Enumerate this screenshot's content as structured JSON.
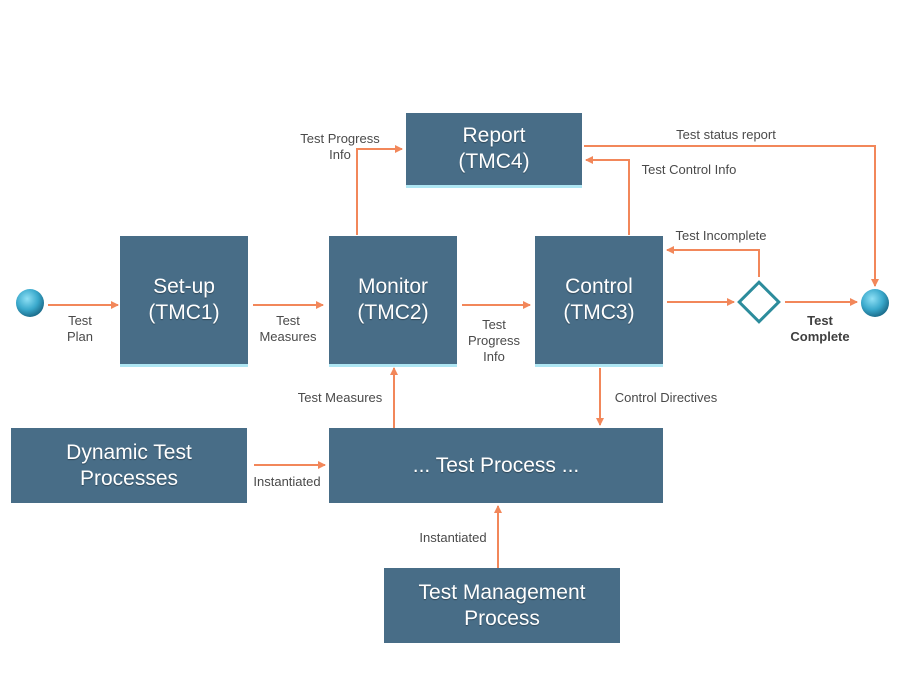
{
  "colors": {
    "box": "#486d87",
    "box_accent": "#aee6f3",
    "arrow": "#f2875a",
    "decision": "#2c8c9c",
    "node": "#3aa9cc",
    "label": "#4a4a4a"
  },
  "boxes": {
    "setup": "Set-up\n(TMC1)",
    "monitor": "Monitor\n(TMC2)",
    "control": "Control\n(TMC3)",
    "report": "Report\n(TMC4)",
    "test_process": "... Test Process ...",
    "dynamic": "Dynamic Test\nProcesses",
    "management": "Test Management\nProcess"
  },
  "labels": {
    "test_plan": "Test\nPlan",
    "test_measures_1": "Test\nMeasures",
    "test_progress_info_1": "Test\nProgress\nInfo",
    "test_progress_info_2": "Test Progress\nInfo",
    "test_status_report": "Test status report",
    "test_control_info": "Test Control Info",
    "test_incomplete": "Test Incomplete",
    "test_complete": "Test\nComplete",
    "test_measures_2": "Test Measures",
    "control_directives": "Control Directives",
    "instantiated_1": "Instantiated",
    "instantiated_2": "Instantiated"
  }
}
